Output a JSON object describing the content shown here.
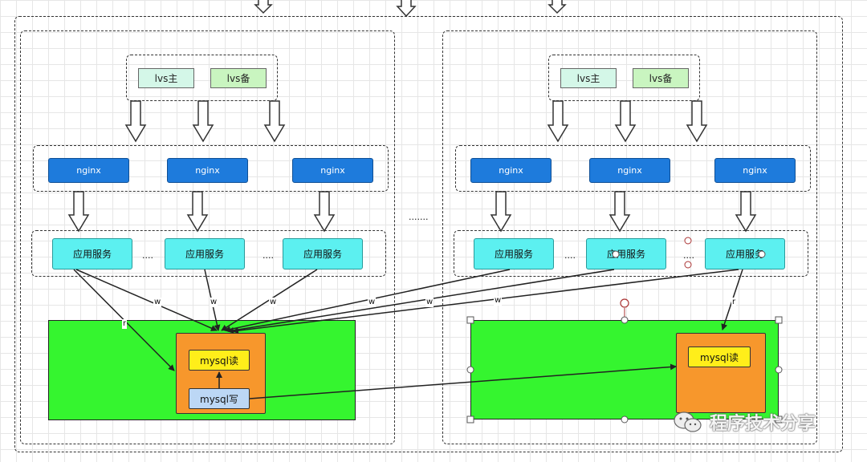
{
  "left": {
    "lvs_primary": "lvs主",
    "lvs_backup": "lvs备",
    "nginx": [
      "nginx",
      "nginx",
      "nginx"
    ],
    "apps": [
      "应用服务",
      "应用服务",
      "应用服务"
    ],
    "ellipsis": [
      "....",
      "...."
    ],
    "mysql_read": "mysql读",
    "mysql_write": "mysql写",
    "edge_labels": {
      "r": "r",
      "w1": "w",
      "w2": "w",
      "w3": "w"
    }
  },
  "middle_ellipsis": ".......",
  "right": {
    "lvs_primary": "lvs主",
    "lvs_backup": "lvs备",
    "nginx": [
      "nginx",
      "nginx",
      "nginx"
    ],
    "apps": [
      "应用服务",
      "应用服务",
      "应用服务"
    ],
    "ellipsis": [
      "....",
      "...."
    ],
    "mysql_read": "mysql读",
    "edge_labels": {
      "w1": "w",
      "w2": "w",
      "w3": "w",
      "r": "r"
    }
  },
  "watermark": "程序技术分享",
  "colors": {
    "nginx": "#1e7bdc",
    "app": "#5cf0f0",
    "lvs_primary": "#d4f7e8",
    "lvs_backup": "#c9f5c0",
    "db_zone": "#35f52f",
    "db_server": "#f7972c",
    "mysql_read": "#ffee1a",
    "mysql_write": "#bcd7f5"
  }
}
